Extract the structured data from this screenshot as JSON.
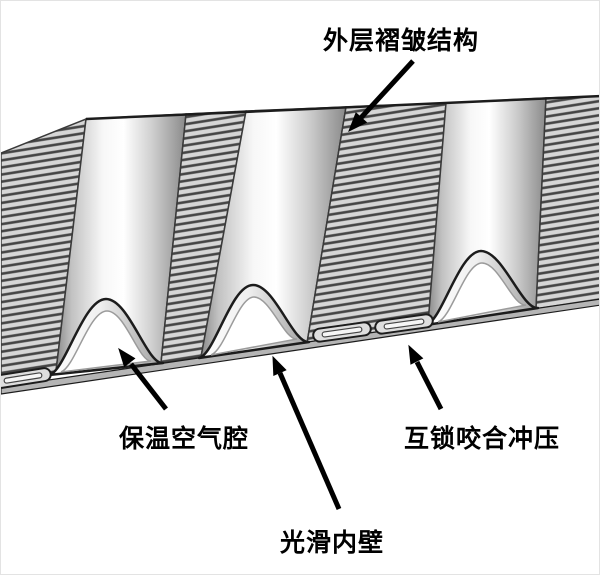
{
  "figure": {
    "background": "#ffffff",
    "labels": {
      "outer_structure": "外层褶皱结构",
      "air_cavity": "保温空气腔",
      "interlock_stamping": "互锁咬合冲压",
      "smooth_inner_wall": "光滑内壁"
    },
    "colors": {
      "background": "#ffffff",
      "outline": "#1c1c1c",
      "edge_line": "#3a3a3a",
      "arrow": "#000000",
      "hatch_stripe": "#454545",
      "hatch_bg": "#d6d6d6",
      "metal_highlight": "#ffffff",
      "metal_shadow": "#8a8a8a",
      "inner_wall": "#b5b5b5",
      "seam_fill": "#dedede",
      "cavity_fill": "#ffffff"
    }
  }
}
